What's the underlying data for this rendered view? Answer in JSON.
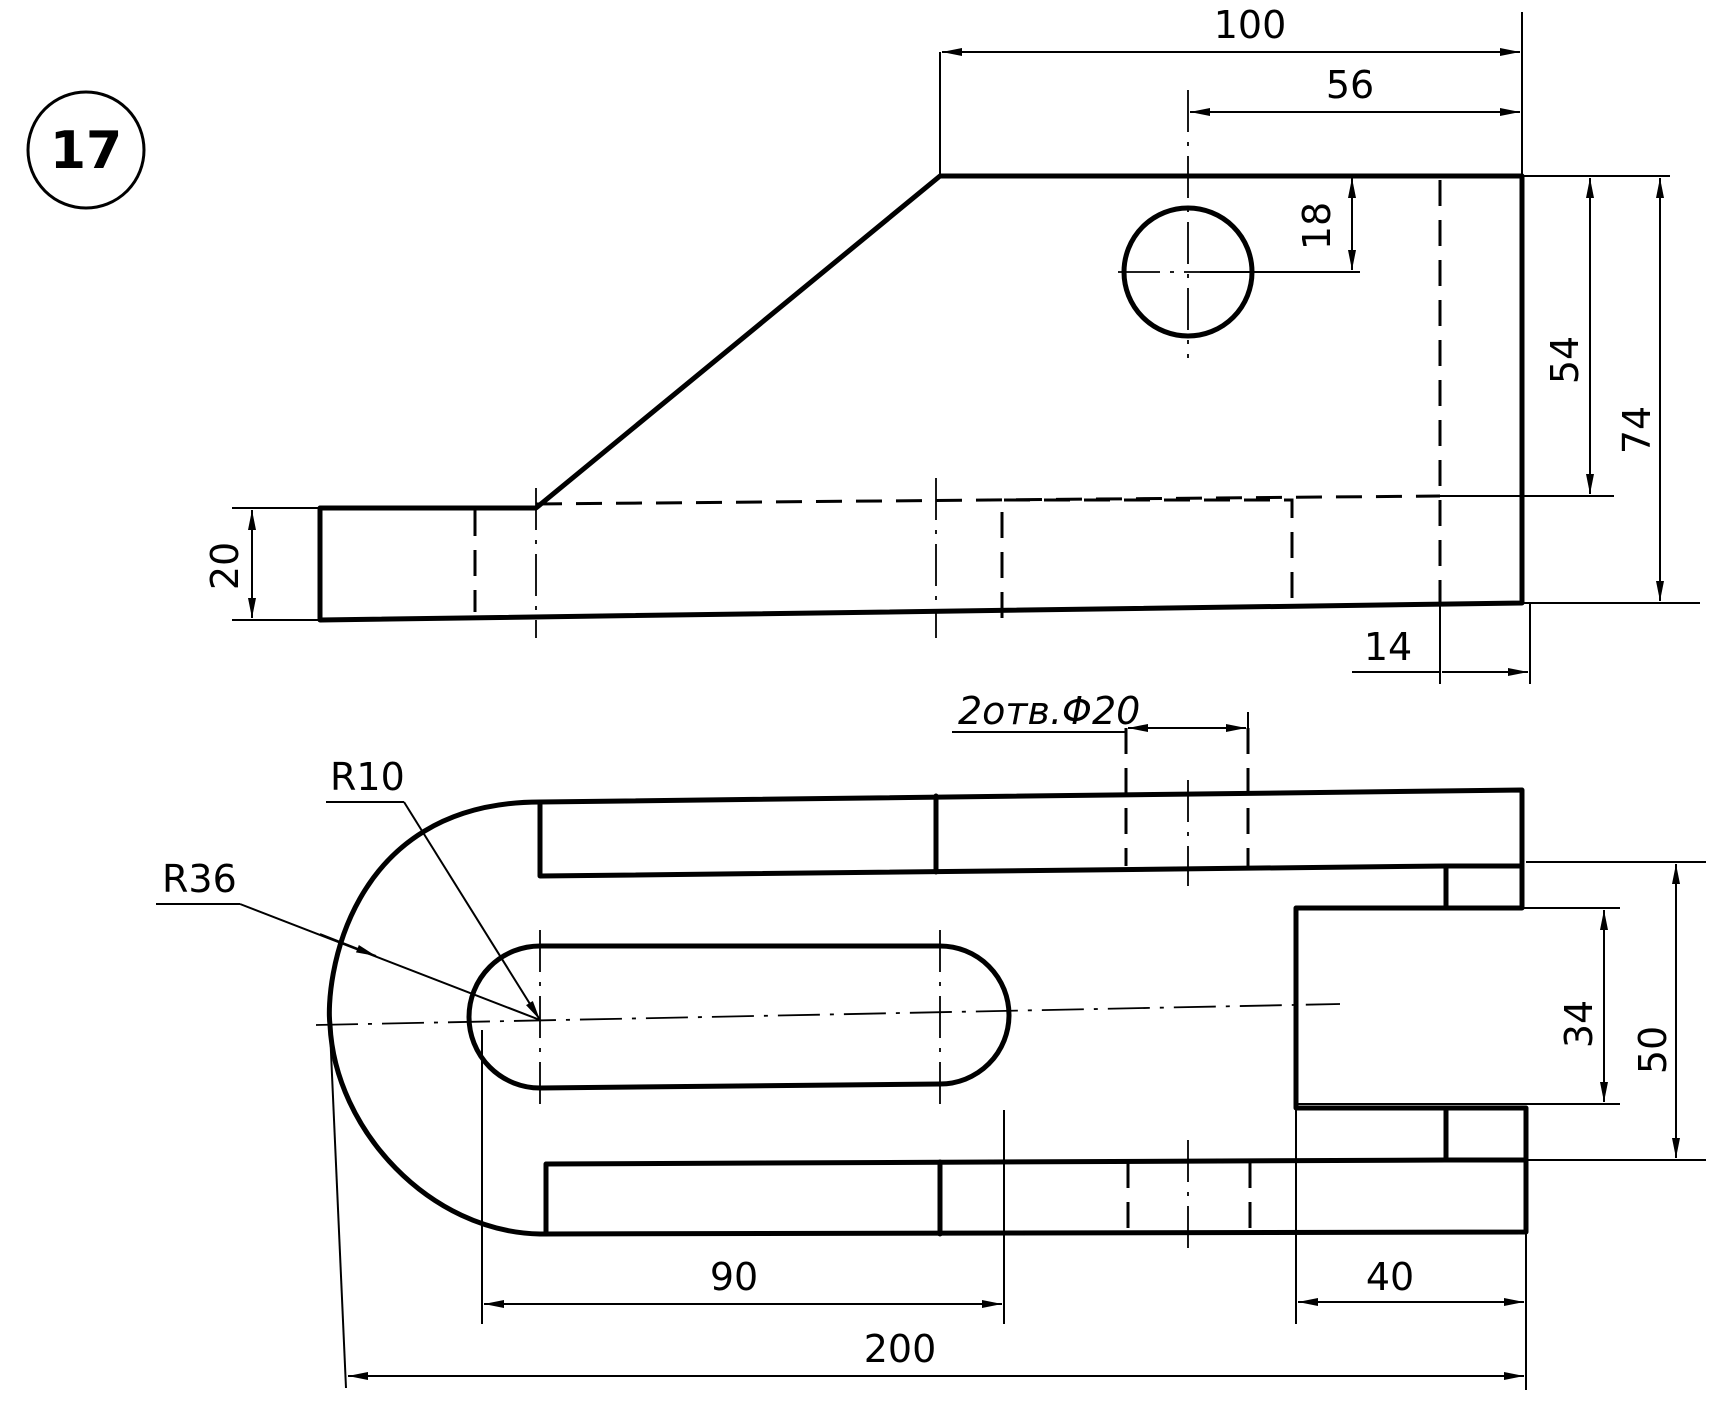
{
  "drawing": {
    "number": "17",
    "front_view": {
      "dims": {
        "d100": "100",
        "d56": "56",
        "d18": "18",
        "d54": "54",
        "d74": "74",
        "d20": "20",
        "d14": "14"
      }
    },
    "top_view": {
      "holes_note": "2отв.Φ20",
      "dims": {
        "r10": "R10",
        "r36": "R36",
        "d34": "34",
        "d50": "50",
        "d90": "90",
        "d40": "40",
        "d200": "200"
      }
    }
  }
}
